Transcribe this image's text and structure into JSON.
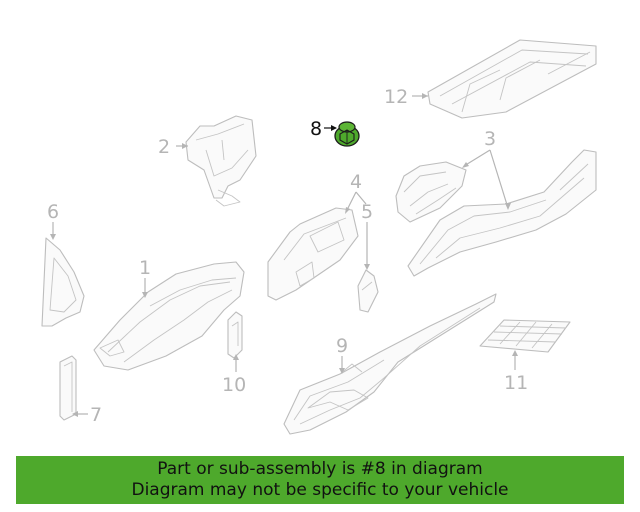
{
  "callouts": {
    "c1": "1",
    "c2": "2",
    "c3": "3",
    "c4": "4",
    "c5": "5",
    "c6": "6",
    "c7": "7",
    "c8": "8",
    "c9": "9",
    "c10": "10",
    "c11": "11",
    "c12": "12"
  },
  "highlighted_part": "8",
  "colors": {
    "highlight": "#4ea92c",
    "banner": "#4ea92c",
    "outline": "#bdbdbd",
    "label": "#b5b5b5"
  },
  "banner": {
    "line1": "Part or sub-assembly is #8 in diagram",
    "line2": "Diagram may not be specific to your vehicle"
  }
}
